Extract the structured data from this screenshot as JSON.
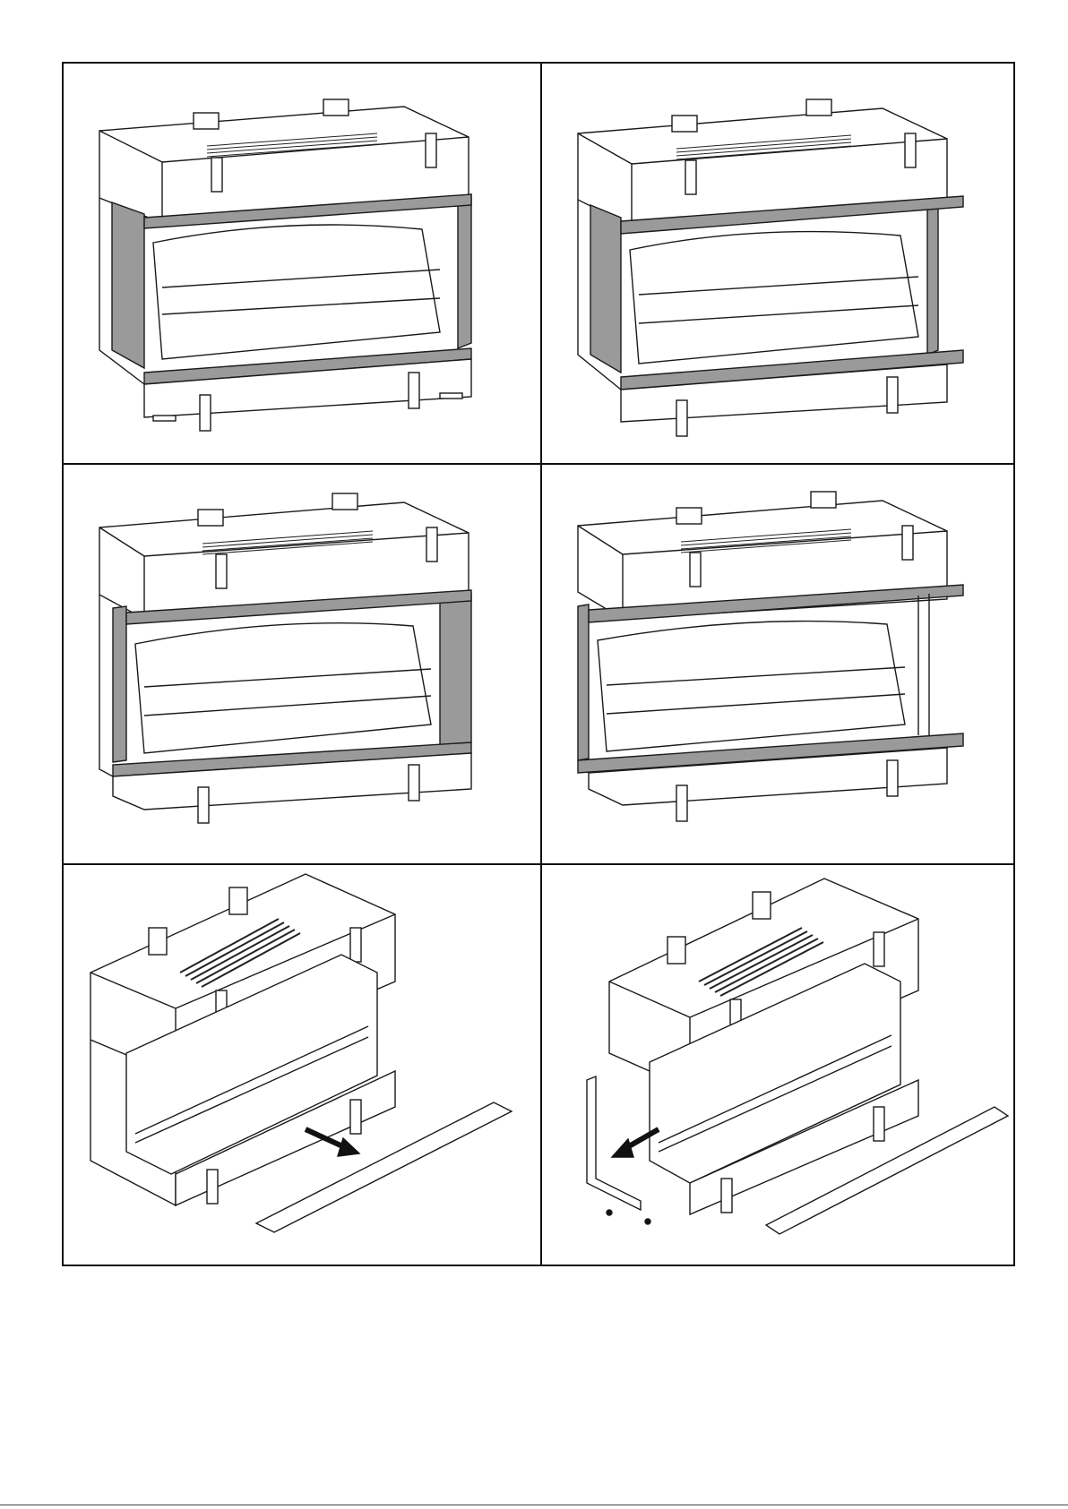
{
  "document": {
    "panels": [
      {
        "id": "1",
        "view": "front-three-sided",
        "glass_side_panels": "both-shaded"
      },
      {
        "id": "2",
        "view": "front-three-sided-flanged",
        "glass_side_panels": "both-shaded"
      },
      {
        "id": "3",
        "view": "front-right-corner",
        "glass_side_panels": "right-shaded"
      },
      {
        "id": "4",
        "view": "front-right-corner-flanged",
        "glass_side_panels": "right-open"
      },
      {
        "id": "5",
        "view": "isometric-strip-removal",
        "arrow": "front-strip-out"
      },
      {
        "id": "6",
        "view": "isometric-frame-removal",
        "arrow": "side-frame-out"
      }
    ],
    "colors": {
      "line": "#1a1a1a",
      "shade": "#9a9a9a",
      "vent": "#222222",
      "background": "#ffffff"
    }
  }
}
